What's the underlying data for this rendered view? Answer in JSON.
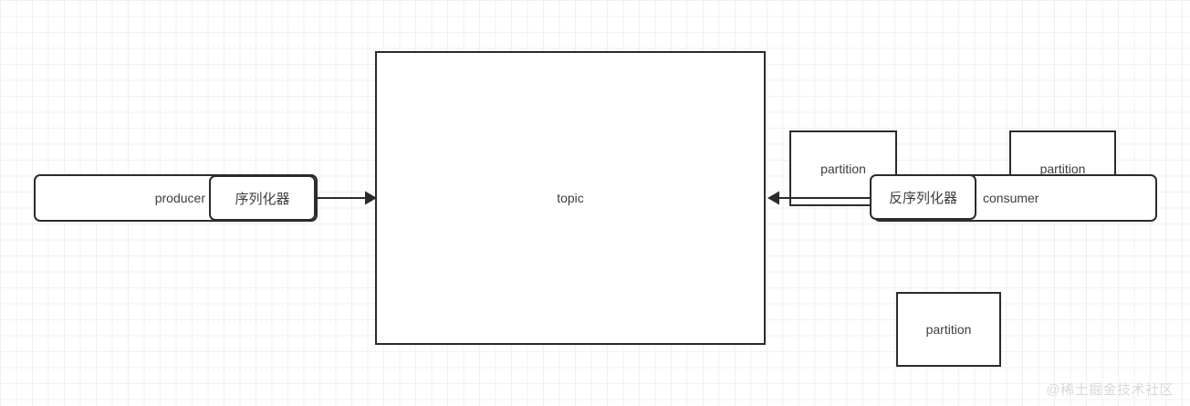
{
  "diagram": {
    "title": "Kafka producer topic consumer diagram",
    "background": {
      "grid_minor_color": "#f0f0f0",
      "grid_major_color": "#e6e6e6",
      "page_color": "#ffffff"
    },
    "stroke_color": "#2b2b2b",
    "text_color": "#3d3d3d",
    "nodes": {
      "producer": {
        "label": "producer"
      },
      "serializer": {
        "label": "序列化器"
      },
      "topic": {
        "label": "topic"
      },
      "partitions": [
        {
          "label": "partition"
        },
        {
          "label": "partition"
        },
        {
          "label": "partition"
        }
      ],
      "deserializer": {
        "label": "反序列化器"
      },
      "consumer": {
        "label": "consumer"
      }
    },
    "edges": [
      {
        "name": "producer-to-topic",
        "direction": "right"
      },
      {
        "name": "topic-to-consumer",
        "direction": "left"
      }
    ],
    "watermark": {
      "text": "@稀土掘金技术社区"
    }
  }
}
